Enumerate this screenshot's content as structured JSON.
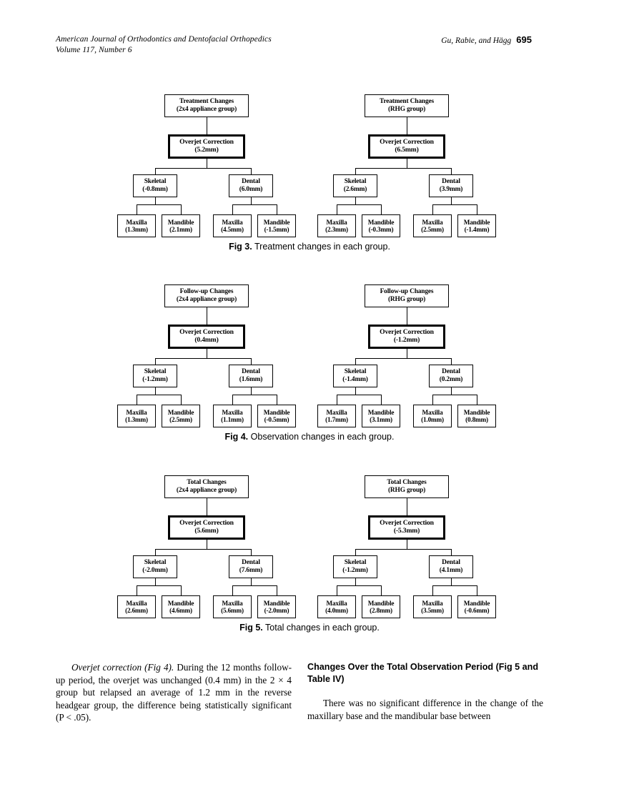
{
  "running_head": {
    "journal": "American Journal of Orthodontics and Dentofacial Orthopedics",
    "volume": "Volume 117, Number 6",
    "authors": "Gu, Rabie, and Hägg",
    "page": "695"
  },
  "figures": [
    {
      "id": "fig3",
      "caption_label": "Fig 3.",
      "caption_text": " Treatment changes in each group.",
      "trees": [
        {
          "side": "left",
          "root": {
            "title": "Treatment Changes",
            "value": "(2x4 appliance group)"
          },
          "overjet": {
            "title": "Overjet Correction",
            "value": "(5.2mm)"
          },
          "skeletal": {
            "title": "Skeletal",
            "value": "(-0.8mm)"
          },
          "dental": {
            "title": "Dental",
            "value": "(6.0mm)"
          },
          "leaves": [
            {
              "title": "Maxilla",
              "value": "(1.3mm)"
            },
            {
              "title": "Mandible",
              "value": "(2.1mm)"
            },
            {
              "title": "Maxilla",
              "value": "(4.5mm)"
            },
            {
              "title": "Mandible",
              "value": "(-1.5mm)"
            }
          ]
        },
        {
          "side": "right",
          "root": {
            "title": "Treatment Changes",
            "value": "(RHG group)"
          },
          "overjet": {
            "title": "Overjet Correction",
            "value": "(6.5mm)"
          },
          "skeletal": {
            "title": "Skeletal",
            "value": "(2.6mm)"
          },
          "dental": {
            "title": "Dental",
            "value": "(3.9mm)"
          },
          "leaves": [
            {
              "title": "Maxilla",
              "value": "(2.3mm)"
            },
            {
              "title": "Mandible",
              "value": "(-0.3mm)"
            },
            {
              "title": "Maxilla",
              "value": "(2.5mm)"
            },
            {
              "title": "Mandible",
              "value": "(-1.4mm)"
            }
          ]
        }
      ]
    },
    {
      "id": "fig4",
      "caption_label": "Fig 4.",
      "caption_text": " Observation changes in each group.",
      "trees": [
        {
          "side": "left",
          "root": {
            "title": "Follow-up Changes",
            "value": "(2x4 appliance group)"
          },
          "overjet": {
            "title": "Overjet Correction",
            "value": "(0.4mm)"
          },
          "skeletal": {
            "title": "Skeletal",
            "value": "(-1.2mm)"
          },
          "dental": {
            "title": "Dental",
            "value": "(1.6mm)"
          },
          "leaves": [
            {
              "title": "Maxilla",
              "value": "(1.3mm)"
            },
            {
              "title": "Mandible",
              "value": "(2.5mm)"
            },
            {
              "title": "Maxilla",
              "value": "(1.1mm)"
            },
            {
              "title": "Mandible",
              "value": "(-0.5mm)"
            }
          ]
        },
        {
          "side": "right",
          "root": {
            "title": "Follow-up Changes",
            "value": "(RHG group)"
          },
          "overjet": {
            "title": "Overjet Correction",
            "value": "(-1.2mm)"
          },
          "skeletal": {
            "title": "Skeletal",
            "value": "(-1.4mm)"
          },
          "dental": {
            "title": "Dental",
            "value": "(0.2mm)"
          },
          "leaves": [
            {
              "title": "Maxilla",
              "value": "(1.7mm)"
            },
            {
              "title": "Mandible",
              "value": "(3.1mm)"
            },
            {
              "title": "Maxilla",
              "value": "(1.0mm)"
            },
            {
              "title": "Mandible",
              "value": "(0.8mm)"
            }
          ]
        }
      ]
    },
    {
      "id": "fig5",
      "caption_label": "Fig 5.",
      "caption_text": " Total changes in each group.",
      "trees": [
        {
          "side": "left",
          "root": {
            "title": "Total Changes",
            "value": "(2x4 appliance group)"
          },
          "overjet": {
            "title": "Overjet Correction",
            "value": "(5.6mm)"
          },
          "skeletal": {
            "title": "Skeletal",
            "value": "(-2.0mm)"
          },
          "dental": {
            "title": "Dental",
            "value": "(7.6mm)"
          },
          "leaves": [
            {
              "title": "Maxilla",
              "value": "(2.6mm)"
            },
            {
              "title": "Mandible",
              "value": "(4.6mm)"
            },
            {
              "title": "Maxilla",
              "value": "(5.6mm)"
            },
            {
              "title": "Mandible",
              "value": "(-2.0mm)"
            }
          ]
        },
        {
          "side": "right",
          "root": {
            "title": "Total Changes",
            "value": "(RHG group)"
          },
          "overjet": {
            "title": "Overjet Correction",
            "value": "(-5.3mm)"
          },
          "skeletal": {
            "title": "Skeletal",
            "value": "(-1.2mm)"
          },
          "dental": {
            "title": "Dental",
            "value": "(4.1mm)"
          },
          "leaves": [
            {
              "title": "Maxilla",
              "value": "(4.0mm)"
            },
            {
              "title": "Mandible",
              "value": "(2.8mm)"
            },
            {
              "title": "Maxilla",
              "value": "(3.5mm)"
            },
            {
              "title": "Mandible",
              "value": "(-0.6mm)"
            }
          ]
        }
      ]
    }
  ],
  "body": {
    "left_column": {
      "run_in_head": "Overjet correction (Fig 4).",
      "paragraph": " During the 12 months follow-up period, the overjet was unchanged (0.4 mm) in the 2 × 4 group but relapsed an average of 1.2 mm in the reverse headgear group, the difference being statistically significant (P < .05)."
    },
    "right_column": {
      "section_heading": "Changes Over the Total Observation Period (Fig 5 and Table IV)",
      "paragraph": "There was no significant difference in the change of the maxillary base and the mandibular base between"
    }
  }
}
